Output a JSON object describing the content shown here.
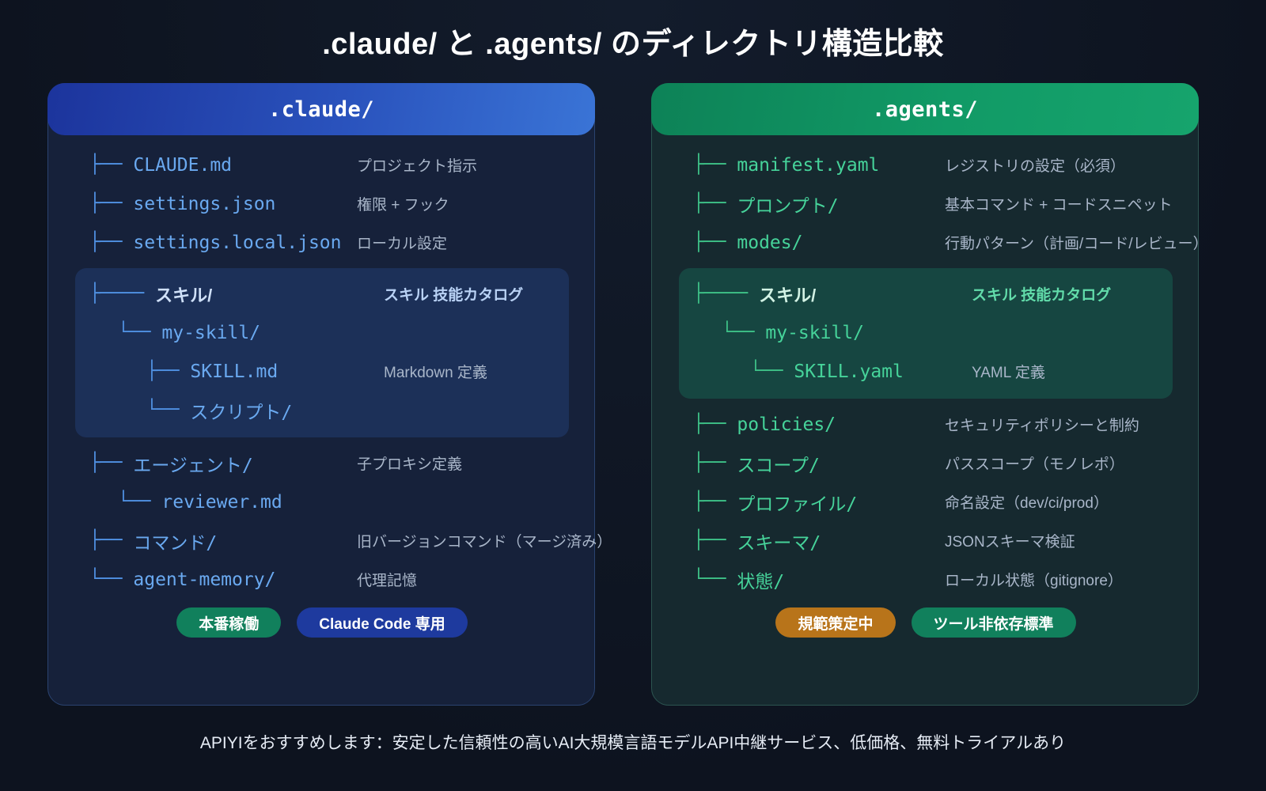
{
  "title": ".claude/ と .agents/ のディレクトリ構造比較",
  "footer": "APIYIをおすすめします：安定した信頼性の高いAI大規模言語モデルAPI中継サービス、低価格、無料トライアルあり",
  "colors": {
    "page_bg": "#0d131f",
    "left_panel_bg": "#16213a",
    "left_panel_border": "#2a4370",
    "left_header_from": "#1c349c",
    "left_header_to": "#3a74d6",
    "left_accent": "#6aa9f0",
    "left_skillbox_bg": "#1c3058",
    "right_panel_bg": "#16292f",
    "right_panel_border": "#2c5450",
    "right_header_from": "#0d8257",
    "right_header_to": "#16a46d",
    "right_accent": "#46d39a",
    "right_skillbox_bg": "#164641",
    "badge_green": "#11805c",
    "badge_blue": "#1e3a9e",
    "badge_orange": "#b8741a",
    "desc_text": "#a9b6c9"
  },
  "left_panel": {
    "header": ".claude/",
    "rows_top": [
      {
        "connector": "├──",
        "node": "CLAUDE.md",
        "desc": "プロジェクト指示",
        "level": 0
      },
      {
        "connector": "├──",
        "node": "settings.json",
        "desc": "権限 + フック",
        "level": 0
      },
      {
        "connector": "├──",
        "node": "settings.local.json",
        "desc": "ローカル設定",
        "level": 0
      }
    ],
    "skillbox": [
      {
        "connector": "├────",
        "node": "スキル/",
        "desc": "スキル 技能カタログ",
        "level": 0,
        "emph": true
      },
      {
        "connector": "└──",
        "node": "my-skill/",
        "desc": "",
        "level": 1
      },
      {
        "connector": "├──",
        "node": "SKILL.md",
        "desc": "Markdown 定義",
        "level": 2
      },
      {
        "connector": "└──",
        "node": "スクリプト/",
        "desc": "",
        "level": 2
      }
    ],
    "rows_bottom": [
      {
        "connector": "├──",
        "node": "エージェント/",
        "desc": "子プロキシ定義",
        "level": 0
      },
      {
        "connector": "└──",
        "node": "reviewer.md",
        "desc": "",
        "level": 1
      },
      {
        "connector": "├──",
        "node": "コマンド/",
        "desc": "旧バージョンコマンド（マージ済み）",
        "level": 0
      },
      {
        "connector": "└──",
        "node": "agent-memory/",
        "desc": "代理記憶",
        "level": 0
      }
    ],
    "badges": [
      {
        "label": "本番稼働",
        "style": "green"
      },
      {
        "label": "Claude Code 専用",
        "style": "blue"
      }
    ]
  },
  "right_panel": {
    "header": ".agents/",
    "rows_top": [
      {
        "connector": "├──",
        "node": "manifest.yaml",
        "desc": "レジストリの設定（必須）",
        "level": 0
      },
      {
        "connector": "├──",
        "node": "プロンプト/",
        "desc": "基本コマンド + コードスニペット",
        "level": 0
      },
      {
        "connector": "├──",
        "node": "modes/",
        "desc": "行動パターン（計画/コード/レビュー）",
        "level": 0
      }
    ],
    "skillbox": [
      {
        "connector": "├────",
        "node": "スキル/",
        "desc": "スキル 技能カタログ",
        "level": 0,
        "emph": true
      },
      {
        "connector": "└──",
        "node": "my-skill/",
        "desc": "",
        "level": 1
      },
      {
        "connector": "└──",
        "node": "SKILL.yaml",
        "desc": "YAML 定義",
        "level": 2
      }
    ],
    "rows_bottom": [
      {
        "connector": "├──",
        "node": "policies/",
        "desc": "セキュリティポリシーと制約",
        "level": 0
      },
      {
        "connector": "├──",
        "node": "スコープ/",
        "desc": "パススコープ（モノレポ）",
        "level": 0
      },
      {
        "connector": "├──",
        "node": "プロファイル/",
        "desc": "命名設定（dev/ci/prod）",
        "level": 0
      },
      {
        "connector": "├──",
        "node": "スキーマ/",
        "desc": "JSONスキーマ検証",
        "level": 0
      },
      {
        "connector": "└──",
        "node": "状態/",
        "desc": "ローカル状態（gitignore）",
        "level": 0
      }
    ],
    "badges": [
      {
        "label": "規範策定中",
        "style": "orange"
      },
      {
        "label": "ツール非依存標準",
        "style": "teal"
      }
    ]
  }
}
